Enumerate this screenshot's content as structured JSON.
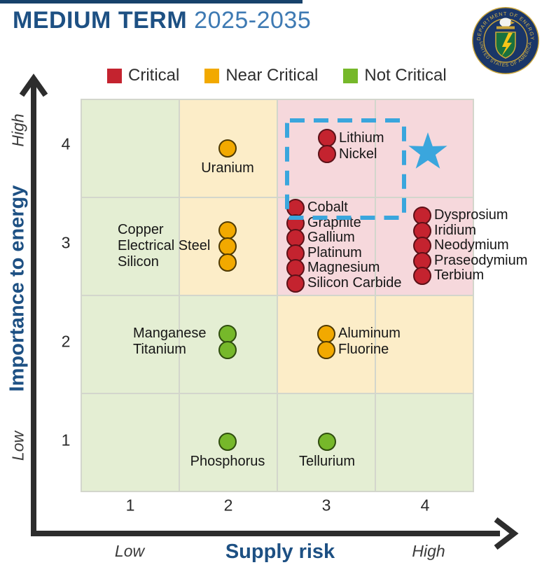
{
  "header": {
    "title_main": "MEDIUM TERM",
    "title_years": "2025-2035"
  },
  "logo": {
    "ring_top": "DEPARTMENT OF ENERGY",
    "ring_bottom": "UNITED STATES OF AMERICA"
  },
  "legend": {
    "items": [
      {
        "id": "critical",
        "label": "Critical"
      },
      {
        "id": "near_critical",
        "label": "Near Critical"
      },
      {
        "id": "not_critical",
        "label": "Not Critical"
      }
    ]
  },
  "axes": {
    "x": {
      "label": "Supply risk",
      "low": "Low",
      "high": "High",
      "ticks": [
        "1",
        "2",
        "3",
        "4"
      ]
    },
    "y": {
      "label": "Importance to energy",
      "low": "Low",
      "high": "High",
      "ticks_top_to_bottom": [
        "4",
        "3",
        "2",
        "1"
      ]
    }
  },
  "colors": {
    "critical": "#c4232f",
    "near_critical": "#f2a900",
    "not_critical": "#76b82a",
    "cell_critical": "#f6d8dc",
    "cell_near_critical": "#fcedc8",
    "cell_not_critical": "#e4eed3",
    "accent_blue": "#3aa6dd",
    "title_dark_blue": "#1d5083",
    "title_light_blue": "#3e7ab3",
    "axis_dark": "#2d2d2d"
  },
  "chart_data": {
    "type": "scatter",
    "title": "MEDIUM TERM 2025-2035",
    "xlabel": "Supply risk",
    "ylabel": "Importance to energy",
    "x_range": [
      1,
      4
    ],
    "y_range": [
      1,
      4
    ],
    "grid": "4x4 criticality matrix",
    "legend_position": "top",
    "zones": {
      "rows_top_to_bottom": [
        4,
        3,
        2,
        1
      ],
      "cells": [
        [
          "not_critical",
          "near_critical",
          "critical",
          "critical"
        ],
        [
          "not_critical",
          "near_critical",
          "critical",
          "critical"
        ],
        [
          "not_critical",
          "not_critical",
          "near_critical",
          "near_critical"
        ],
        [
          "not_critical",
          "not_critical",
          "not_critical",
          "not_critical"
        ]
      ]
    },
    "groups": {
      "uranium": {
        "x": 2,
        "y": 4,
        "category": "near_critical",
        "labels": [
          "Uranium"
        ]
      },
      "lithium_nickel": {
        "x": 3,
        "y": 4,
        "category": "critical",
        "highlighted": true,
        "labels": [
          "Lithium",
          "Nickel"
        ]
      },
      "copper_group": {
        "x": 2,
        "y": 3,
        "category": "near_critical",
        "labels": [
          "Copper",
          "Electrical Steel",
          "Silicon"
        ]
      },
      "cobalt_group": {
        "x": 3,
        "y": 3,
        "category": "critical",
        "labels": [
          "Cobalt",
          "Graphite",
          "Gallium",
          "Platinum",
          "Magnesium",
          "Silicon Carbide"
        ]
      },
      "rare_earth_group": {
        "x": 4,
        "y": 3,
        "category": "critical",
        "labels": [
          "Dysprosium",
          "Iridium",
          "Neodymium",
          "Praseodymium",
          "Terbium"
        ]
      },
      "manganese_group": {
        "x": 2,
        "y": 2,
        "category": "not_critical",
        "labels": [
          "Manganese",
          "Titanium"
        ]
      },
      "aluminum_group": {
        "x": 3,
        "y": 2,
        "category": "near_critical",
        "labels": [
          "Aluminum",
          "Fluorine"
        ]
      },
      "phosphorus": {
        "x": 2,
        "y": 1,
        "category": "not_critical",
        "labels": [
          "Phosphorus"
        ]
      },
      "tellurium": {
        "x": 3,
        "y": 1,
        "category": "not_critical",
        "labels": [
          "Tellurium"
        ]
      }
    },
    "highlight_box": {
      "x": 3,
      "y": 4,
      "style": "dashed",
      "color_key": "accent_blue"
    },
    "star_marker": {
      "x": 4,
      "y": 4,
      "shape": "star",
      "color_key": "accent_blue"
    }
  }
}
